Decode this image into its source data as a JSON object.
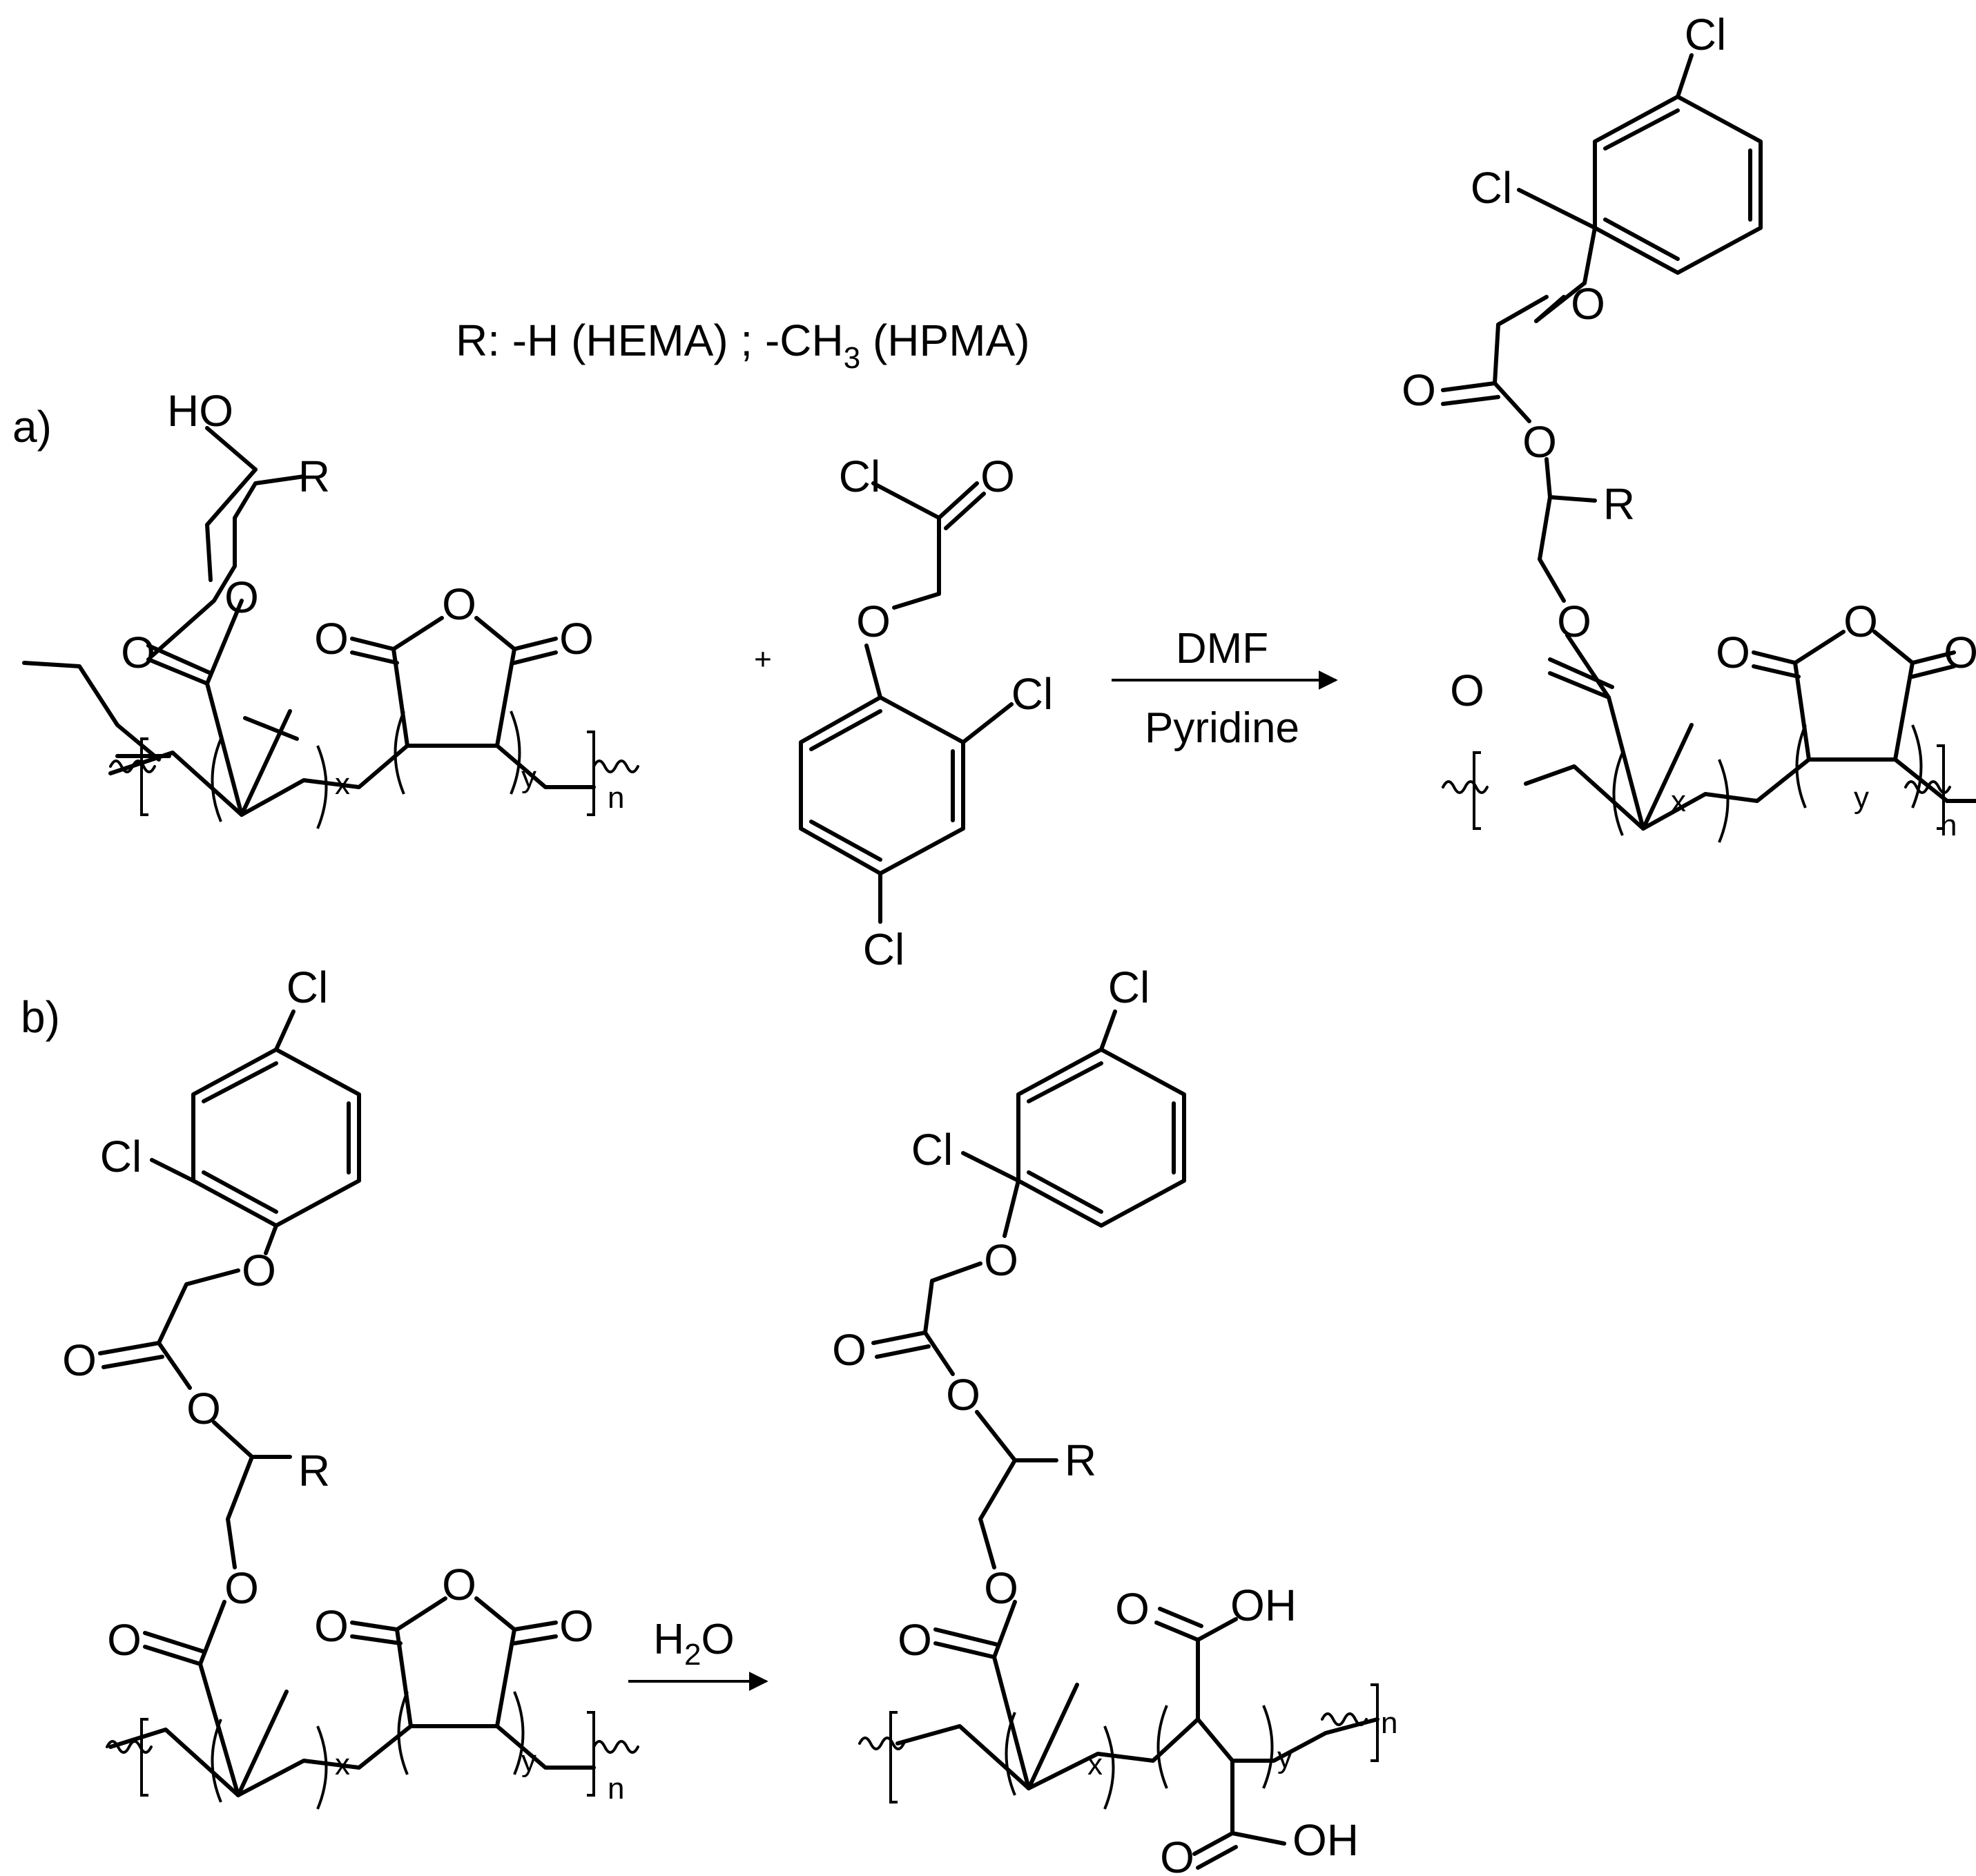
{
  "panels": {
    "a": {
      "label": "a)",
      "definition": "R: -H (HEMA) ; -CH",
      "definition_sub": "3",
      "definition_tail": " (HPMA)",
      "plus": "+",
      "arrow_top": "DMF",
      "arrow_bottom": "Pyridine"
    },
    "b": {
      "label": "b)",
      "reagent": "H",
      "reagent_sub": "2",
      "reagent_tail": "O"
    }
  },
  "atoms": {
    "O": "O",
    "HO": "HO",
    "OH": "OH",
    "R": "R",
    "Cl": "Cl"
  },
  "repeat": {
    "x": "x",
    "y": "y",
    "n": "n"
  }
}
